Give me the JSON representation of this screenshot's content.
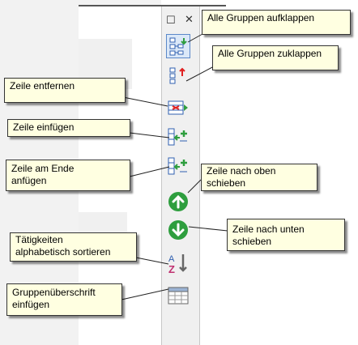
{
  "window": {
    "restore_glyph": "☐",
    "close_glyph": "✕"
  },
  "toolbar": {
    "buttons": [
      {
        "id": "expand-all",
        "icon": "tree-expand-icon"
      },
      {
        "id": "collapse-all",
        "icon": "tree-collapse-icon"
      },
      {
        "id": "remove-row",
        "icon": "row-remove-icon"
      },
      {
        "id": "insert-row",
        "icon": "row-insert-icon"
      },
      {
        "id": "append-row",
        "icon": "row-append-icon"
      },
      {
        "id": "move-up",
        "icon": "arrow-up-circle-icon"
      },
      {
        "id": "move-down",
        "icon": "arrow-down-circle-icon"
      },
      {
        "id": "sort-alpha",
        "icon": "sort-az-icon"
      },
      {
        "id": "insert-group-header",
        "icon": "table-grid-icon"
      }
    ]
  },
  "callouts": {
    "expand_all": "Alle Gruppen aufklappen",
    "collapse_all": "Alle Gruppen zuklappen",
    "remove_row": "Zeile entfernen",
    "insert_row": "Zeile einfügen",
    "append_row": "Zeile am Ende\nanfügen",
    "move_up": "Zeile nach oben\nschieben",
    "move_down": "Zeile nach unten\nschieben",
    "sort_alpha": "Tätigkeiten\nalphabetisch sortieren",
    "group_header": "Gruppenüberschrift\neinfügen"
  },
  "colors": {
    "green": "#2e9e3e",
    "red": "#e02020",
    "blue": "#2f5fb0",
    "tooltip_bg": "#ffffe1"
  }
}
